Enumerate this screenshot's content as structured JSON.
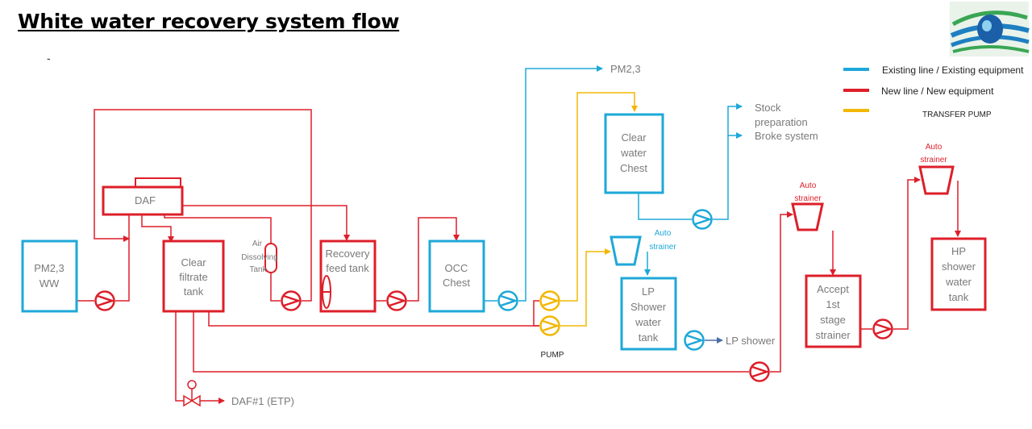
{
  "title": "White water recovery system flow",
  "dash": "-",
  "colors": {
    "existing": "#1ea8d8",
    "new": "#dd1f2a",
    "transfer": "#f2b705",
    "lp": "#4a6fa5",
    "gray": "#8a8a8a"
  },
  "legend": {
    "existing": "Existing line / Existing equipment",
    "new": "New line / New equipment",
    "transfer": "TRANSFER PUMP"
  },
  "equipment": {
    "pm_ww": [
      "PM2,3",
      "WW"
    ],
    "daf": "DAF",
    "clear_filtrate": [
      "Clear",
      "filtrate",
      "tank"
    ],
    "air_dissolving": [
      "Air",
      "Dissolving",
      "Tank"
    ],
    "recovery_feed": [
      "Recovery",
      "feed tank"
    ],
    "occ_chest": [
      "OCC",
      "Chest"
    ],
    "clear_water": [
      "Clear",
      "water",
      "Chest"
    ],
    "lp_shower": [
      "LP",
      "Shower",
      "water",
      "tank"
    ],
    "accept_strainer": [
      "Accept",
      "1st",
      "stage",
      "strainer"
    ],
    "hp_shower": [
      "HP",
      "shower",
      "water",
      "tank"
    ]
  },
  "labels": {
    "pm23": "PM2,3",
    "stock": [
      "Stock",
      "preparation",
      "Broke system"
    ],
    "auto_strainer_blue": [
      "Auto",
      "strainer"
    ],
    "auto_strainer_red1": [
      "Auto",
      "strainer"
    ],
    "auto_strainer_red2": [
      "Auto",
      "strainer"
    ],
    "lp_shower_out": "LP shower",
    "pump": "PUMP",
    "daf1": "DAF#1 (ETP)"
  }
}
